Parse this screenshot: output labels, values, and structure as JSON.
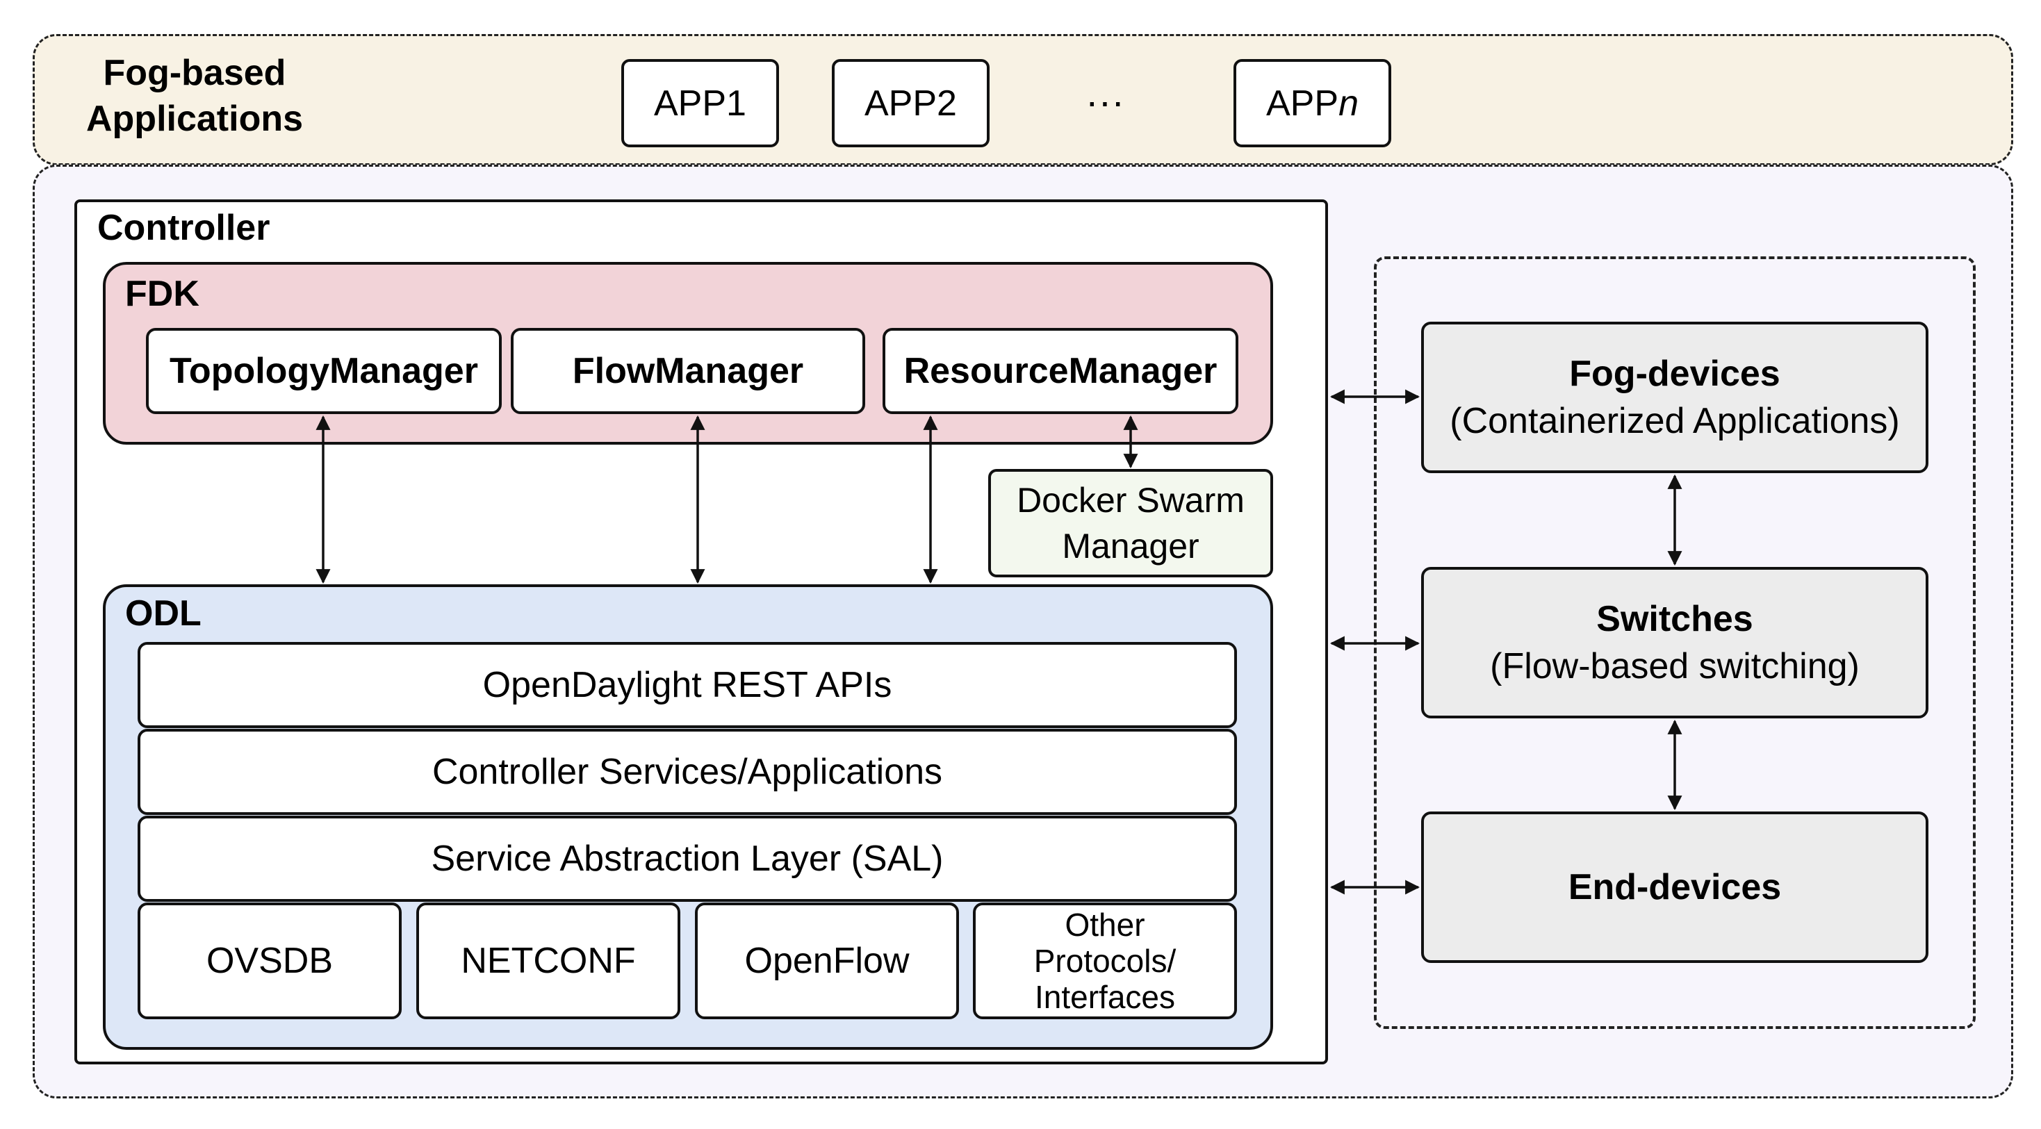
{
  "apps": {
    "title_line1": "Fog-based",
    "title_line2": "Applications",
    "app1": "APP1",
    "app2": "APP2",
    "dots": "···",
    "appn_prefix": "APP",
    "appn_suffix": "n"
  },
  "controller": {
    "title": "Controller",
    "fdk": {
      "title": "FDK",
      "topology_manager": "TopologyManager",
      "flow_manager": "FlowManager",
      "resource_manager": "ResourceManager"
    },
    "docker": {
      "line1": "Docker Swarm",
      "line2": "Manager"
    },
    "odl": {
      "title": "ODL",
      "layers": [
        "OpenDaylight REST APIs",
        "Controller Services/Applications",
        "Service Abstraction Layer (SAL)"
      ],
      "protocols": [
        "OVSDB",
        "NETCONF",
        "OpenFlow"
      ],
      "other_protocols": [
        "Other",
        "Protocols/",
        "Interfaces"
      ]
    }
  },
  "devices": {
    "fog_devices": {
      "title": "Fog-devices",
      "subtitle": "(Containerized Applications)"
    },
    "switches": {
      "title": "Switches",
      "subtitle": "(Flow-based switching)"
    },
    "end_devices": {
      "title": "End-devices"
    }
  },
  "colors": {
    "apps_band": "#f8f2e4",
    "infra_band": "#f7f5fc",
    "fdk": "#f2d3d8",
    "odl": "#dde7f7",
    "docker": "#f3f8ee",
    "device": "#ececec"
  }
}
